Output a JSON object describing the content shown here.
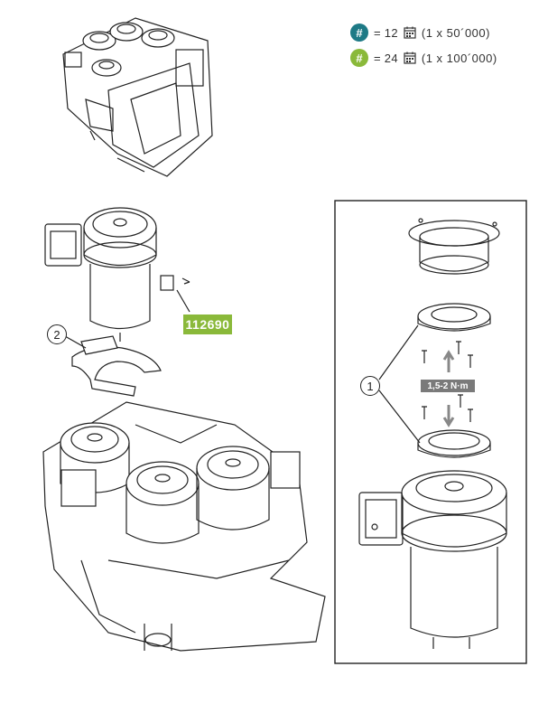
{
  "legend": [
    {
      "badge_symbol": "#",
      "badge_color": "#1e7a86",
      "text": "= 12",
      "interval": "(1 x 50´000)",
      "icon": "calendar-icon"
    },
    {
      "badge_symbol": "#",
      "badge_color": "#8ab93a",
      "text": "= 24",
      "interval": "(1 x 100´000)",
      "icon": "calendar-icon"
    }
  ],
  "part_number": "112690",
  "torque": "1,5-2 N·m",
  "callouts": {
    "one": "1",
    "two": "2"
  },
  "colors": {
    "line": "#222222",
    "accent_green": "#8ab93a",
    "teal": "#1e7a86",
    "gray_label": "#7a7a7a"
  }
}
